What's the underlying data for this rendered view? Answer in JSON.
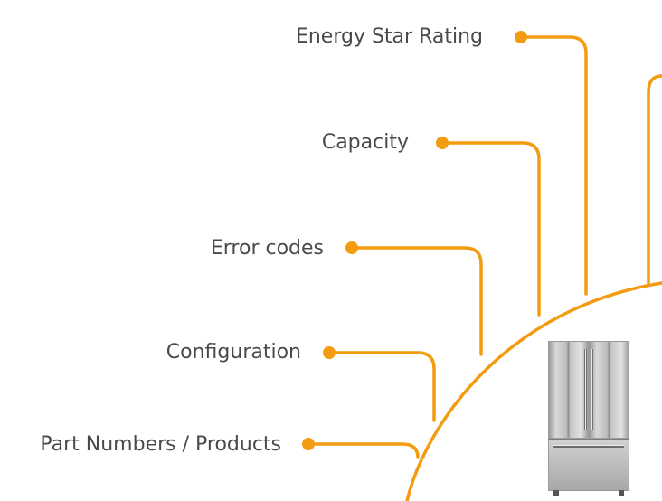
{
  "accent_color": "#F39C12",
  "labels": {
    "energy_star": "Energy Star Rating",
    "capacity": "Capacity",
    "error_codes": "Error codes",
    "configuration": "Configuration",
    "part_numbers": "Part Numbers / Products"
  },
  "product_image": "french-door-refrigerator-stainless"
}
